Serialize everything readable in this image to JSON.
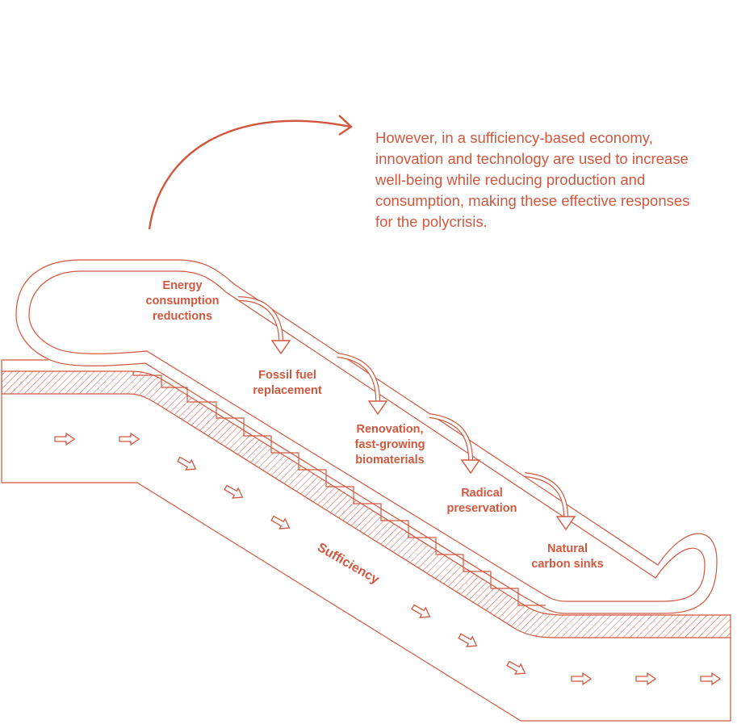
{
  "colors": {
    "accent": "#d0583e"
  },
  "caption": {
    "lines": [
      "However, in a sufficiency-based economy,",
      "innovation and technology are used to increase",
      "well-being while reducing production and",
      "consumption, making these effective responses",
      "for the polycrisis."
    ]
  },
  "handrail_labels": [
    {
      "lines": [
        "Energy",
        "consumption",
        "reductions"
      ]
    },
    {
      "lines": [
        "Fossil fuel",
        "replacement"
      ]
    },
    {
      "lines": [
        "Renovation,",
        "fast-growing",
        "biomaterials"
      ]
    },
    {
      "lines": [
        "Radical",
        "preservation"
      ]
    },
    {
      "lines": [
        "Natural",
        "carbon sinks"
      ]
    }
  ],
  "base_label": "Sufficiency",
  "icons": {
    "flow_arrow": "outline-right-arrow-icon",
    "label_arrow": "curved-down-arrow-icon",
    "top_arrow": "curved-arrow-icon"
  }
}
